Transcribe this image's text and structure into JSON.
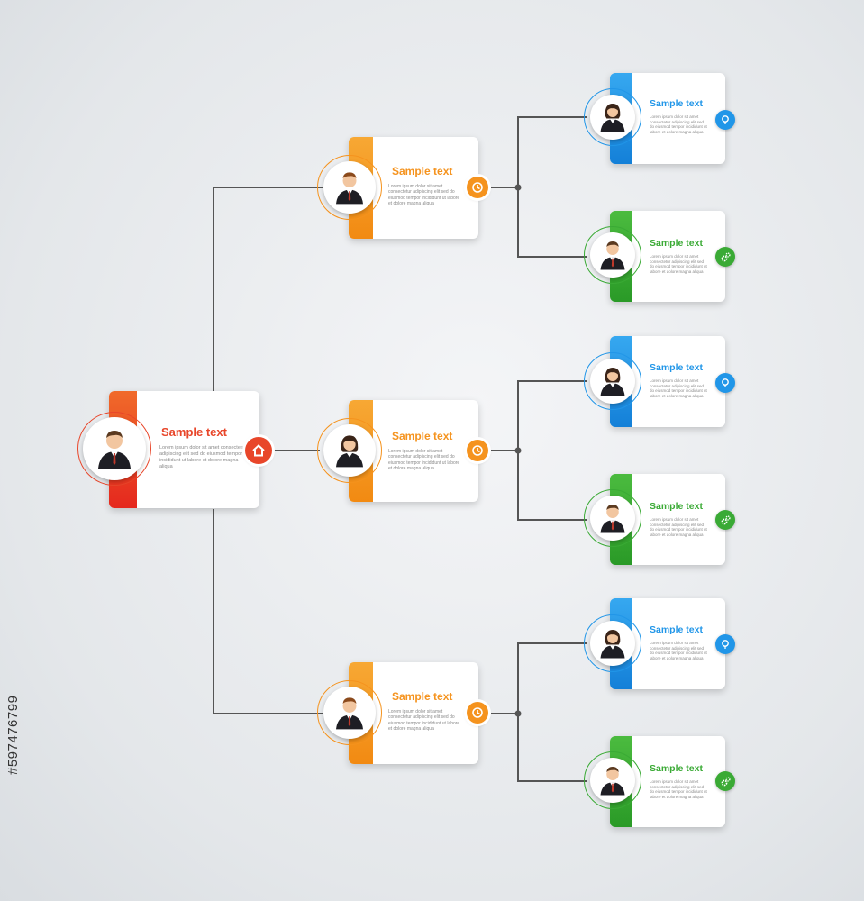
{
  "colors": {
    "root": "#e8462a",
    "level2": "#f5931e",
    "blue": "#2196e8",
    "green": "#3aaa35",
    "line": "#555555"
  },
  "root": {
    "title": "Sample text",
    "body": "Lorem ipsum dolor sit amet consectetur adipiscing elit sed do eiusmod tempor incididunt ut labore et dolore magna aliqua",
    "badge_icon": "house-icon",
    "avatar": "male-avatar-icon"
  },
  "level2": [
    {
      "title": "Sample text",
      "body": "Lorem ipsum dolor sit amet consectetur adipiscing elit sed do eiusmod tempor incididunt ut labore et dolore magna aliqua",
      "badge_icon": "clock-icon",
      "avatar": "male-avatar-icon"
    },
    {
      "title": "Sample text",
      "body": "Lorem ipsum dolor sit amet consectetur adipiscing elit sed do eiusmod tempor incididunt ut labore et dolore magna aliqua",
      "badge_icon": "clock-icon",
      "avatar": "female-avatar-icon"
    },
    {
      "title": "Sample text",
      "body": "Lorem ipsum dolor sit amet consectetur adipiscing elit sed do eiusmod tempor incididunt ut labore et dolore magna aliqua",
      "badge_icon": "clock-icon",
      "avatar": "male-avatar-icon"
    }
  ],
  "level3": [
    {
      "title": "Sample text",
      "body": "Lorem ipsum dolor sit amet consectetur adipiscing elit sed do eiusmod tempor incididunt ut labore et dolore magna aliqua",
      "color": "blue",
      "badge_icon": "lightbulb-icon",
      "avatar": "female-avatar-icon"
    },
    {
      "title": "Sample text",
      "body": "Lorem ipsum dolor sit amet consectetur adipiscing elit sed do eiusmod tempor incididunt ut labore et dolore magna aliqua",
      "color": "green",
      "badge_icon": "gears-icon",
      "avatar": "male-avatar-icon"
    },
    {
      "title": "Sample text",
      "body": "Lorem ipsum dolor sit amet consectetur adipiscing elit sed do eiusmod tempor incididunt ut labore et dolore magna aliqua",
      "color": "blue",
      "badge_icon": "lightbulb-icon",
      "avatar": "female-avatar-icon"
    },
    {
      "title": "Sample text",
      "body": "Lorem ipsum dolor sit amet consectetur adipiscing elit sed do eiusmod tempor incididunt ut labore et dolore magna aliqua",
      "color": "green",
      "badge_icon": "gears-icon",
      "avatar": "male-avatar-icon"
    },
    {
      "title": "Sample text",
      "body": "Lorem ipsum dolor sit amet consectetur adipiscing elit sed do eiusmod tempor incididunt ut labore et dolore magna aliqua",
      "color": "blue",
      "badge_icon": "lightbulb-icon",
      "avatar": "female-avatar-icon"
    },
    {
      "title": "Sample text",
      "body": "Lorem ipsum dolor sit amet consectetur adipiscing elit sed do eiusmod tempor incididunt ut labore et dolore magna aliqua",
      "color": "green",
      "badge_icon": "gears-icon",
      "avatar": "male-avatar-icon"
    }
  ],
  "stock_id": "#597476799"
}
